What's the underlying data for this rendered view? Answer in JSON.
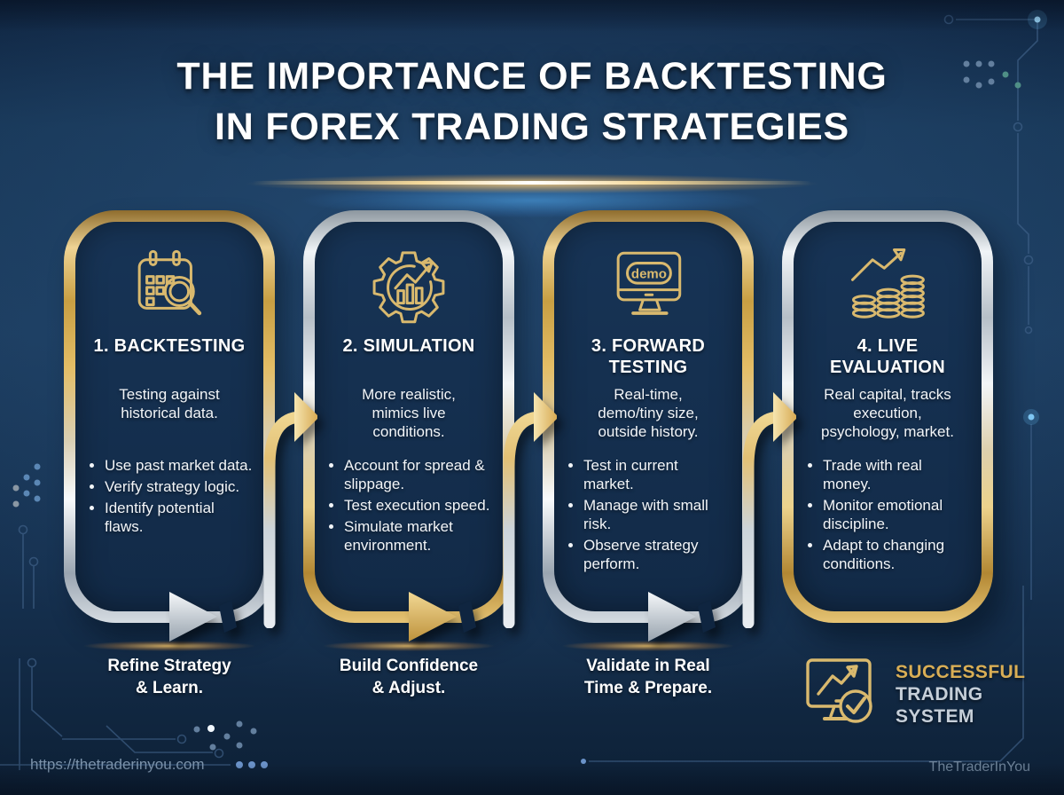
{
  "title": {
    "line1": "THE IMPORTANCE OF BACKTESTING",
    "line2": "IN FOREX TRADING STRATEGIES"
  },
  "cards": [
    {
      "heading": "1. BACKTESTING",
      "icon": "calendar-magnifier-icon",
      "subtitle": "Testing against\nhistorical data.",
      "bullets": [
        "Use past market data.",
        "Verify strategy logic.",
        "Identify potential flaws."
      ],
      "caption": "Refine Strategy\n& Learn.",
      "border_style": "gold-to-silver",
      "arrow_color": "silver"
    },
    {
      "heading": "2. SIMULATION",
      "icon": "gear-chart-icon",
      "subtitle": "More realistic,\nmimics live\nconditions.",
      "bullets": [
        "Account for spread & slippage.",
        "Test execution speed.",
        "Simulate market environment."
      ],
      "caption": "Build Confidence\n& Adjust.",
      "border_style": "silver-to-gold",
      "arrow_color": "gold"
    },
    {
      "heading": "3. FORWARD\nTESTING",
      "icon": "demo-monitor-icon",
      "subtitle": "Real-time,\ndemo/tiny size,\noutside history.",
      "bullets": [
        "Test in current market.",
        "Manage with small risk.",
        "Observe strategy perform."
      ],
      "caption": "Validate in Real\nTime & Prepare.",
      "border_style": "gold-to-silver",
      "arrow_color": "silver"
    },
    {
      "heading": "4. LIVE\nEVALUATION",
      "icon": "coins-growth-icon",
      "subtitle": "Real capital, tracks\nexecution,\npsychology, market.",
      "bullets": [
        "Trade with real money.",
        "Monitor emotional discipline.",
        "Adapt to changing conditions."
      ],
      "border_style": "silver-to-gold"
    }
  ],
  "demo_label": "demo",
  "badge": {
    "icon": "monitor-check-icon",
    "line1": "SUCCESSFUL",
    "line2": "TRADING",
    "line3": "SYSTEM"
  },
  "footer": {
    "url": "https://thetraderinyou.com",
    "brand": "TheTraderInYou"
  },
  "colors": {
    "background": "#16304e",
    "gold": "#d0a44e",
    "silver": "#c9d1d9",
    "text": "#ffffff",
    "muted": "#7e95ad",
    "accent_cyan": "#6fc6ff"
  }
}
